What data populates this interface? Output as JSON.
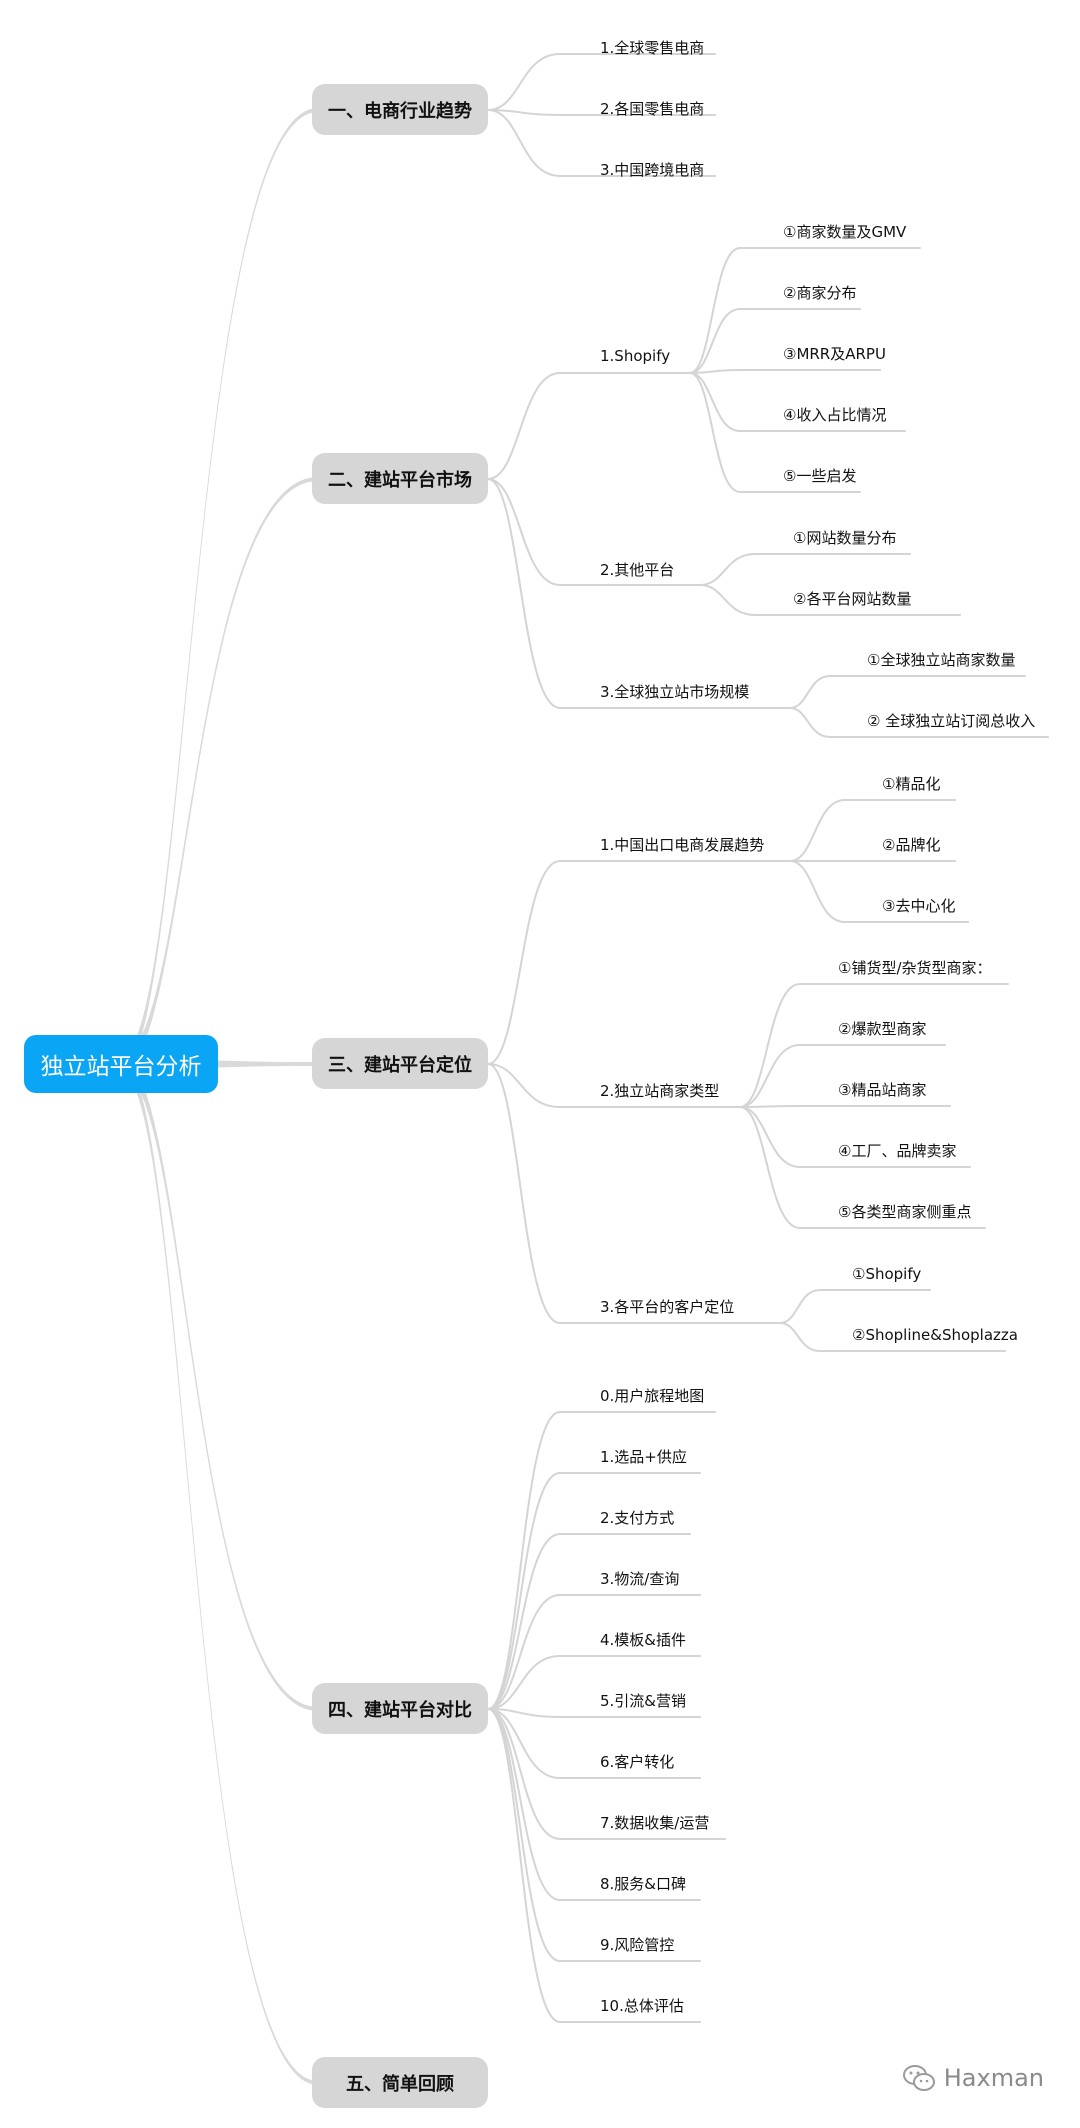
{
  "root": {
    "label": "独立站平台分析"
  },
  "branches": [
    {
      "label": "一、电商行业趋势",
      "children": [
        {
          "label": "1.全球零售电商",
          "children": []
        },
        {
          "label": "2.各国零售电商",
          "children": []
        },
        {
          "label": "3.中国跨境电商",
          "children": []
        }
      ]
    },
    {
      "label": "二、建站平台市场",
      "children": [
        {
          "label": "1.Shopify",
          "children": [
            "①商家数量及GMV",
            "②商家分布",
            "③MRR及ARPU",
            "④收入占比情况",
            "⑤一些启发"
          ]
        },
        {
          "label": "2.其他平台",
          "children": [
            "①网站数量分布",
            "②各平台网站数量"
          ]
        },
        {
          "label": "3.全球独立站市场规模",
          "children": [
            "①全球独立站商家数量",
            "② 全球独立站订阅总收入"
          ]
        }
      ]
    },
    {
      "label": "三、建站平台定位",
      "children": [
        {
          "label": "1.中国出口电商发展趋势",
          "children": [
            "①精品化",
            "②品牌化",
            "③去中心化"
          ]
        },
        {
          "label": "2.独立站商家类型",
          "children": [
            "①铺货型/杂货型商家：",
            "②爆款型商家",
            "③精品站商家",
            "④工厂、品牌卖家",
            "⑤各类型商家侧重点"
          ]
        },
        {
          "label": "3.各平台的客户定位",
          "children": [
            "①Shopify",
            "②Shopline&Shoplazza"
          ]
        }
      ]
    },
    {
      "label": "四、建站平台对比",
      "children": [
        {
          "label": "0.用户旅程地图",
          "children": []
        },
        {
          "label": "1.选品+供应",
          "children": []
        },
        {
          "label": "2.支付方式",
          "children": []
        },
        {
          "label": "3.物流/查询",
          "children": []
        },
        {
          "label": "4.模板&插件",
          "children": []
        },
        {
          "label": "5.引流&营销",
          "children": []
        },
        {
          "label": "6.客户转化",
          "children": []
        },
        {
          "label": "7.数据收集/运营",
          "children": []
        },
        {
          "label": "8.服务&口碑",
          "children": []
        },
        {
          "label": "9.风险管控",
          "children": []
        },
        {
          "label": "10.总体评估",
          "children": []
        }
      ]
    },
    {
      "label": "五、简单回顾",
      "children": []
    }
  ],
  "watermark": {
    "text": "Haxman",
    "icon": "wechat-icon"
  },
  "colors": {
    "root": "#0aa5f5",
    "main_node": "#d6d6d6",
    "trunk": "#d9d9d9",
    "branch_line": "#d4d4d4"
  }
}
